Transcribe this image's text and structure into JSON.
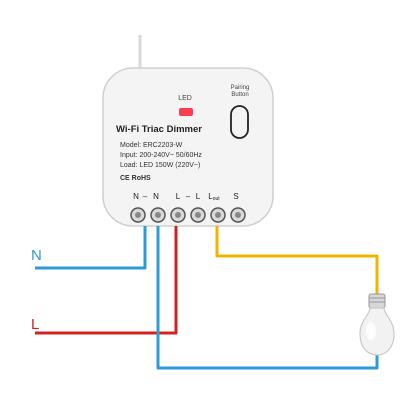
{
  "device": {
    "led_label": "LED",
    "pairing_label_line1": "Pairing",
    "pairing_label_line2": "Button",
    "title": "Wi-Fi Triac Dimmer",
    "model_line": "Model: ERC2203-W",
    "input_line": "Input: 200-240V~ 50/60Hz",
    "load_line": "Load: LED 150W (220V~)",
    "cert_mark": "CE RoHS",
    "terminals": {
      "n1": "N",
      "n2": "N",
      "l1": "L",
      "l2": "L",
      "lout_main": "L",
      "lout_sub": "out",
      "s": "S"
    },
    "colors": {
      "body": "#f4f4f4",
      "outline": "#cfcfcf",
      "led_red": "#ff3b4e",
      "text_dark": "#333333"
    }
  },
  "wiring": {
    "neutral_label": "N",
    "live_label": "L",
    "colors": {
      "neutral": "#2e9bd6",
      "live": "#d42020",
      "load": "#f0b400",
      "return": "#2e9bd6"
    }
  },
  "load": {
    "icon": "light-bulb-icon"
  }
}
